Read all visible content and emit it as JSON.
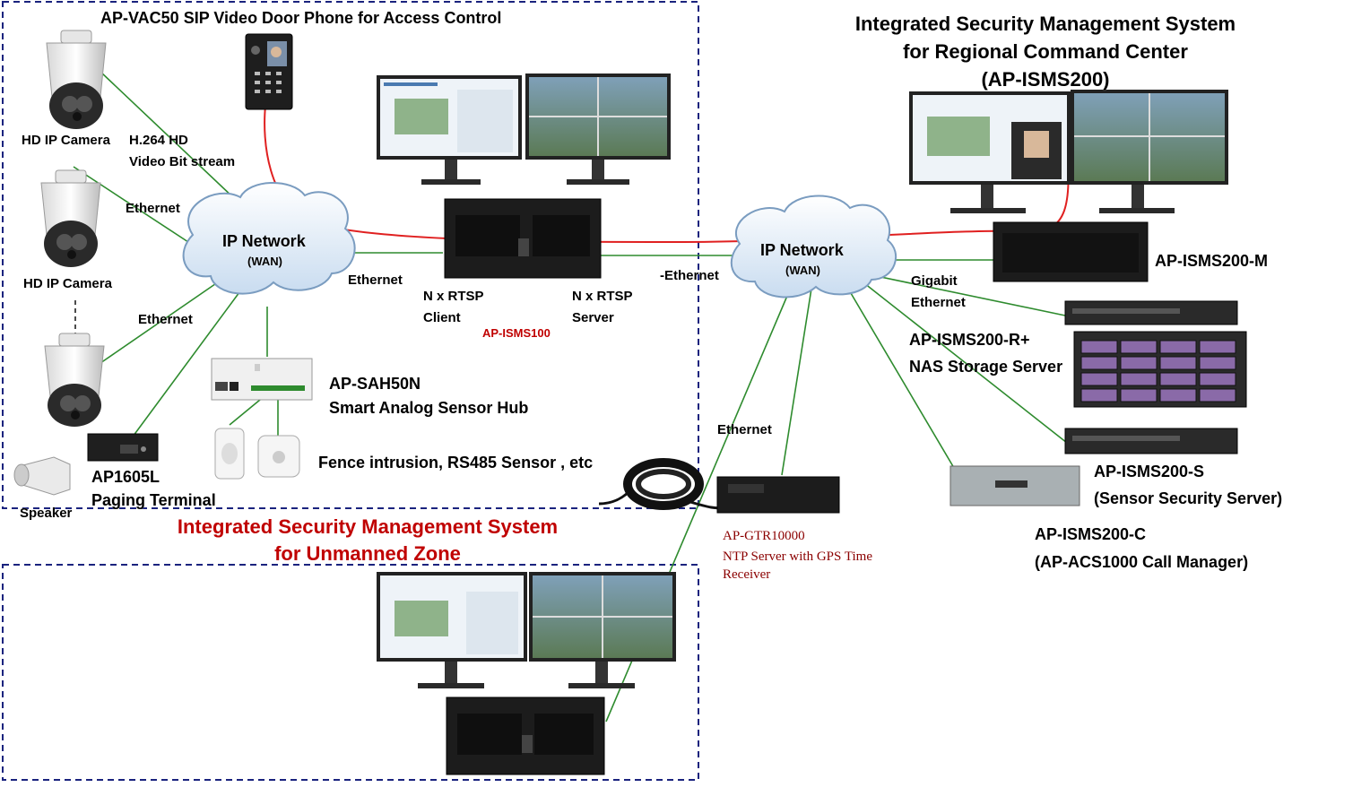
{
  "labels": {
    "vac50": "AP-VAC50 SIP Video Door Phone for Access Control",
    "hd_cam_1": "HD IP Camera",
    "h264_line1": "H.264 HD",
    "h264_line2": "Video Bit stream",
    "ethernet_1": "Ethernet",
    "hd_cam_2": "HD IP Camera",
    "ethernet_2": "Ethernet",
    "ip_network_left": "IP Network",
    "wan_left": "(WAN)",
    "ethernet_3": "Ethernet",
    "rtsp_client_1": "N x RTSP",
    "rtsp_client_2": "Client",
    "rtsp_server_1": "N x RTSP",
    "rtsp_server_2": "Server",
    "isms100": "AP-ISMS100",
    "sah50n": "AP-SAH50N",
    "sah50n_desc": "Smart Analog Sensor Hub",
    "fence": "Fence intrusion, RS485 Sensor , etc",
    "ap1605l": "AP1605L",
    "paging": "Paging Terminal",
    "speaker": "Speaker",
    "unmanned_title_1": "Integrated Security Management System",
    "unmanned_title_2": "for Unmanned Zone",
    "regional_title_1": "Integrated Security Management System",
    "regional_title_2": "for Regional Command Center",
    "regional_title_3": "(AP-ISMS200)",
    "ip_network_right": "IP Network",
    "wan_right": "(WAN)",
    "ethernet_4": "-Ethernet",
    "gigabit_1": "Gigabit",
    "gigabit_2": "Ethernet",
    "isms200m": "AP-ISMS200-M",
    "isms200r_1": "AP-ISMS200-R+",
    "isms200r_2": "NAS Storage Server",
    "isms200s_1": "AP-ISMS200-S",
    "isms200s_2": "(Sensor Security Server)",
    "isms200c_1": "AP-ISMS200-C",
    "isms200c_2": "(AP-ACS1000 Call Manager)",
    "ethernet_5": "Ethernet",
    "gtr_1": "AP-GTR10000",
    "gtr_2": "NTP Server with GPS Time",
    "gtr_3": "Receiver"
  },
  "colors": {
    "link_green": "#2e8b2e",
    "link_red": "#e02020",
    "zone_border": "#1a237e",
    "title_red": "#c00000",
    "device_dark": "#1c1c1c"
  }
}
